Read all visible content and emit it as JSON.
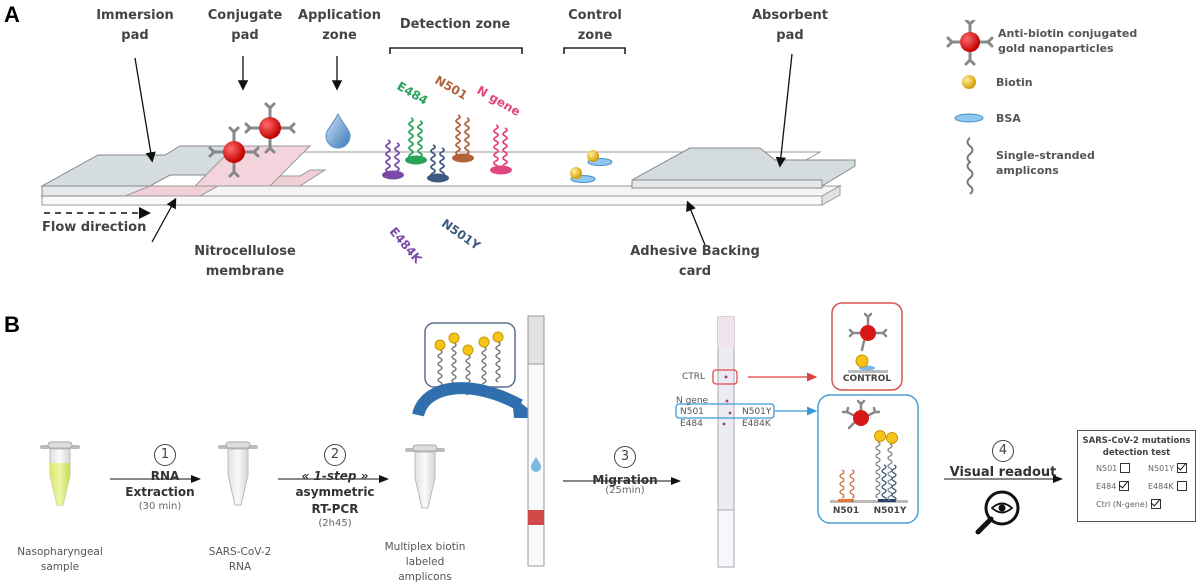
{
  "panel_a": {
    "letter": "A",
    "labels": {
      "immersion_pad": [
        "Immersion",
        "pad"
      ],
      "conjugate_pad": [
        "Conjugate",
        "pad"
      ],
      "application_zone": [
        "Application",
        "zone"
      ],
      "detection_zone": "Detection zone",
      "control_zone": [
        "Control",
        "zone"
      ],
      "absorbent_pad": [
        "Absorbent",
        "pad"
      ],
      "flow_direction": "Flow direction",
      "nitrocellulose": [
        "Nitrocellulose",
        "membrane"
      ],
      "adhesive_backing": [
        "Adhesive Backing",
        "card"
      ]
    },
    "probes": {
      "e484": {
        "label": "E484",
        "color": "#2aa35a"
      },
      "n501": {
        "label": "N501",
        "color": "#b0623a"
      },
      "n_gene": {
        "label": "N gene",
        "color": "#e0457f"
      },
      "e484k": {
        "label": "E484K",
        "color": "#7a4aa8"
      },
      "n501y": {
        "label": "N501Y",
        "color": "#3d5a80"
      }
    },
    "legend": [
      {
        "icon": "gold-nanoparticle-icon",
        "label": [
          "Anti-biotin conjugated",
          "gold nanoparticles"
        ]
      },
      {
        "icon": "biotin-icon",
        "label": [
          "Biotin"
        ]
      },
      {
        "icon": "bsa-icon",
        "label": [
          "BSA"
        ]
      },
      {
        "icon": "amplicon-icon",
        "label": [
          "Single-stranded",
          "amplicons"
        ]
      }
    ]
  },
  "panel_b": {
    "letter": "B",
    "samples": {
      "nasopharyngeal": [
        "Nasopharyngeal",
        "sample"
      ],
      "rna": [
        "SARS-CoV-2",
        "RNA"
      ],
      "amplicons": [
        "Multiplex biotin",
        "labeled",
        "amplicons"
      ]
    },
    "steps": [
      {
        "num": "1",
        "title": [
          "RNA",
          "Extraction"
        ],
        "sub": "(30 min)"
      },
      {
        "num": "2",
        "title": [
          "« 1-step »",
          "asymmetric",
          "RT-PCR"
        ],
        "sub": "(2h45)"
      },
      {
        "num": "3",
        "title": [
          "Migration"
        ],
        "sub": "(25min)"
      },
      {
        "num": "4",
        "title": [
          "Visual readout"
        ],
        "sub": ""
      }
    ],
    "strip_labels": {
      "ctrl": "CTRL",
      "n_gene": "N gene",
      "n501": "N501",
      "n501y": "N501Y",
      "e484": "E484",
      "e484k": "E484K"
    },
    "control_box": "CONTROL",
    "zoom_box": {
      "left": "N501",
      "right": "N501Y"
    },
    "result_card": {
      "title": [
        "SARS-CoV-2 mutations",
        "detection test"
      ],
      "items": [
        {
          "label": "N501",
          "checked": false
        },
        {
          "label": "N501Y",
          "checked": true
        },
        {
          "label": "E484",
          "checked": true
        },
        {
          "label": "E484K",
          "checked": false
        },
        {
          "label": "Ctrl (N-gene)",
          "checked": true
        }
      ]
    },
    "colors": {
      "control_red": "#d9534f",
      "zoom_blue": "#4a9fd5",
      "arrow_blue": "#2f6fad"
    }
  }
}
